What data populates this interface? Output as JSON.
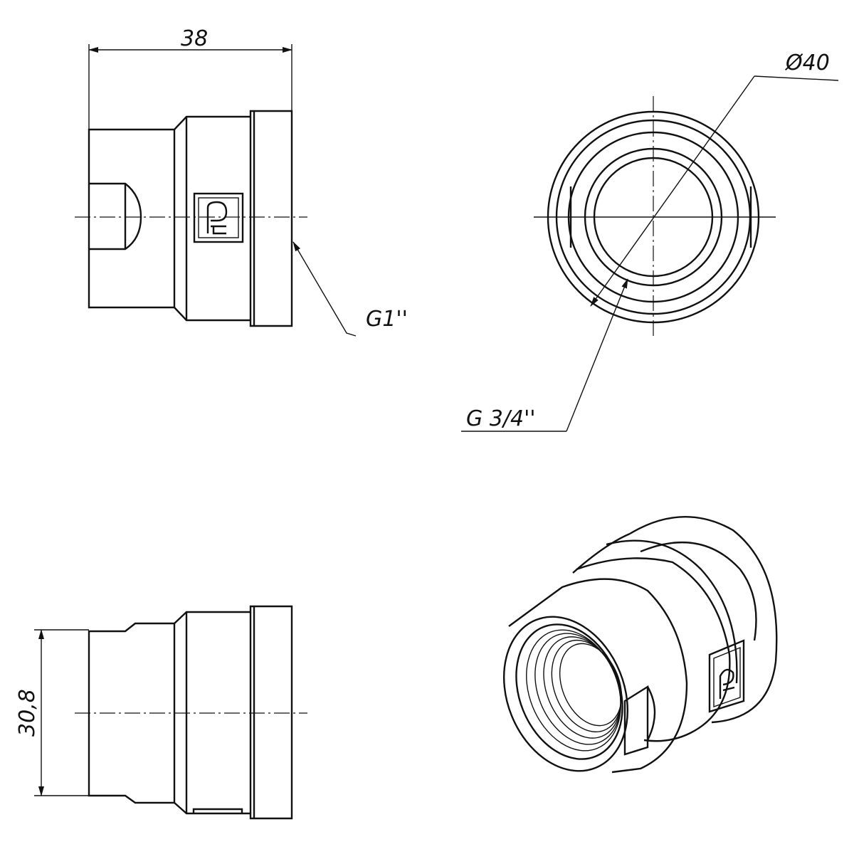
{
  "drawing": {
    "dimensions": {
      "length": "38",
      "outer_diameter": "Ø40",
      "thread_large": "G1''",
      "thread_small": "G 3/4''",
      "height": "30,8"
    },
    "logo_letters": "PF",
    "colors": {
      "line": "#111111",
      "background": "#ffffff"
    }
  }
}
